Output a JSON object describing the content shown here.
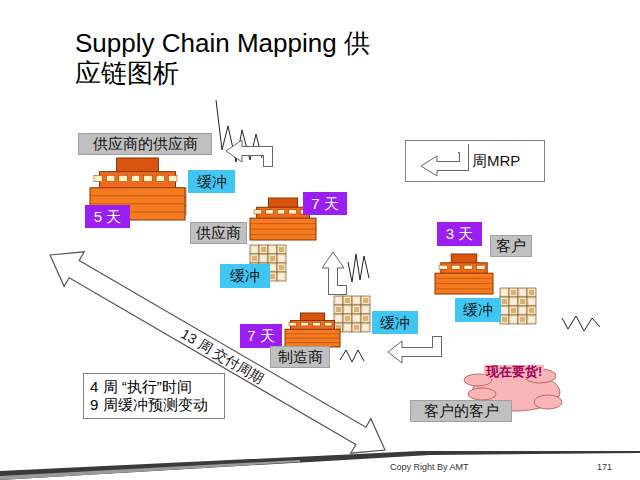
{
  "diagram": {
    "title": "Supply Chain Mapping 供应链图析",
    "nodes": [
      {
        "text": [
          "供应商的供应商"
        ]
      },
      {
        "text": [
          "缓冲"
        ]
      },
      {
        "text": [
          "5 天"
        ]
      },
      {
        "text": [
          "7 天"
        ]
      },
      {
        "text": [
          "供应商"
        ]
      },
      {
        "text": [
          "3 天"
        ]
      },
      {
        "text": [
          "客户"
        ]
      },
      {
        "text": [
          "缓冲"
        ]
      },
      {
        "text": [
          "缓冲"
        ]
      },
      {
        "text": [
          "缓冲"
        ]
      },
      {
        "text": [
          "7 天"
        ]
      },
      {
        "text": [
          "制造商"
        ]
      },
      {
        "text": [
          "4 周 “执行”时间",
          "9 周缓冲预测变动"
        ]
      },
      {
        "text": [
          "客户的客户"
        ]
      }
    ],
    "labels": [
      "13 周 交付周期",
      "现在要货!",
      "Copy Right By AMT",
      "171"
    ],
    "legend": [
      {
        "text": "周MRP"
      }
    ]
  }
}
